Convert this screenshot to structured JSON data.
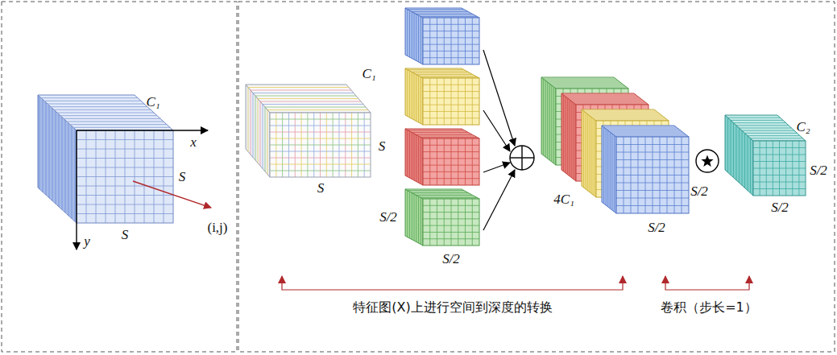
{
  "diagram": {
    "labels": [
      "C₁",
      "x",
      "S",
      "y",
      "S",
      "(i,j)",
      "C₁",
      "S",
      "S",
      "S/2",
      "S/2",
      "4C₁",
      "S/2",
      "S/2",
      "C₂",
      "S/2",
      "S/2",
      "特征图(X)上进行空间到深度的转换",
      "卷积（步长=1）"
    ]
  }
}
